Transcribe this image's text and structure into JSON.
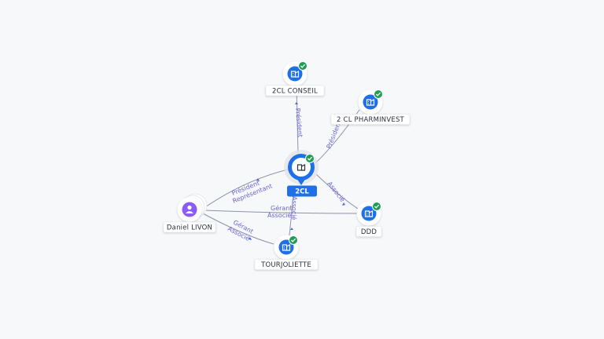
{
  "colors": {
    "company": "#1e6fe8",
    "person": "#8b5cf6",
    "verified": "#1f9d55",
    "edge": "#8c93ad",
    "edge_label": "#6a62d9",
    "center_tag": "#1e6fe8"
  },
  "nodes": {
    "center": {
      "label": "2CL",
      "icon": "building-icon"
    },
    "conseil": {
      "label": "2CL CONSEIL",
      "icon": "building-icon"
    },
    "pharminvest": {
      "label": "2 CL PHARMINVEST",
      "icon": "building-icon"
    },
    "ddd": {
      "label": "DDD",
      "icon": "building-icon"
    },
    "tourjoliette": {
      "label": "TOURJOLIETTE",
      "icon": "building-icon"
    },
    "person": {
      "label": "Daniel LIVON",
      "icon": "person-icon"
    }
  },
  "edges": {
    "president_conseil": "Président",
    "president_pharminvest": "Président",
    "associe_ddd": "Associé",
    "associe_tourjoliette": "Associé",
    "person_center_1": "Président",
    "person_center_2": "Représentant",
    "person_ddd_1": "Gérant",
    "person_ddd_2": "Associé",
    "person_tour_1": "Gérant",
    "person_tour_2": "Associé"
  }
}
